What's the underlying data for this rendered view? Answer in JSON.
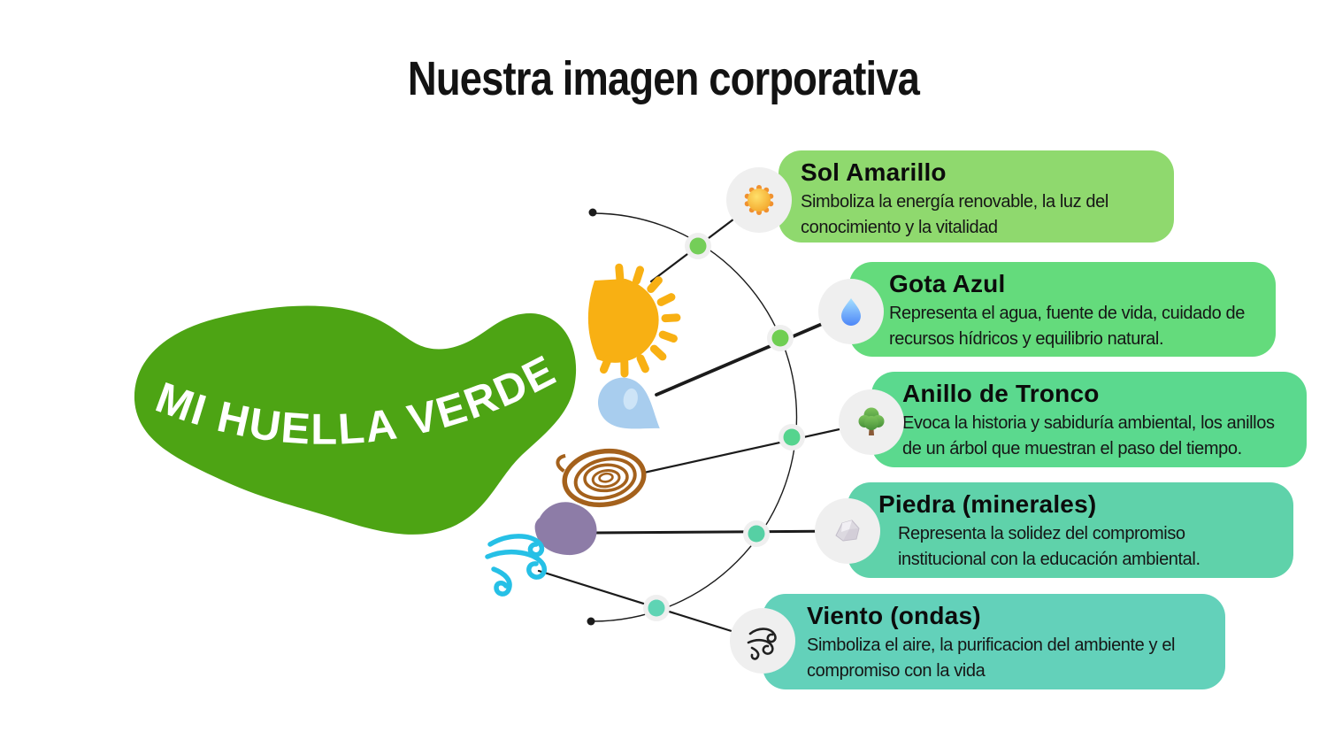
{
  "page": {
    "title": "Nuestra imagen corporativa",
    "background": "#ffffff"
  },
  "logo": {
    "text": "MI HUELLA VERDE",
    "blob_color": "#4da414",
    "text_color": "#ffffff"
  },
  "diagram": {
    "arc_color": "#1b1b1b",
    "node_ring_color": "#efefef",
    "nodes": [
      {
        "color": "#74ce58"
      },
      {
        "color": "#6fce52"
      },
      {
        "color": "#55d48e"
      },
      {
        "color": "#56d0a4"
      },
      {
        "color": "#5fd4b4"
      }
    ],
    "icons": [
      {
        "name": "sun-icon",
        "color": "#f8b013"
      },
      {
        "name": "droplet-icon",
        "color": "#a8cdee",
        "highlight": "#cde4f7"
      },
      {
        "name": "tree-rings-icon",
        "color": "#a4611c"
      },
      {
        "name": "stone-icon",
        "color": "#8d7ca7"
      },
      {
        "name": "wind-icon",
        "color": "#26c0e6"
      }
    ]
  },
  "badges": {
    "bg": "#efefef",
    "items": [
      {
        "icon": "sun-badge-icon"
      },
      {
        "icon": "droplet-badge-icon"
      },
      {
        "icon": "tree-badge-icon"
      },
      {
        "icon": "rock-badge-icon"
      },
      {
        "icon": "wind-badge-icon"
      }
    ]
  },
  "cards": [
    {
      "title": "Sol Amarillo",
      "body": "Simboliza la energía renovable, la luz del conocimiento y la vitalidad",
      "bg": "#8fd96e"
    },
    {
      "title": "Gota Azul",
      "body": "Representa el agua, fuente de vida, cuidado de recursos hídricos y equilibrio natural.",
      "bg": "#64db7c"
    },
    {
      "title": "Anillo de Tronco",
      "body": "Evoca la historia y sabiduría ambiental, los anillos de un árbol que muestran el paso del tiempo.",
      "bg": "#5bd98e"
    },
    {
      "title": "Piedra (minerales)",
      "body": "Representa la solidez del compromiso institucional con la educación ambiental.",
      "bg": "#5fd2aa"
    },
    {
      "title": "Viento (ondas)",
      "body": "Simboliza el aire, la purificacion del ambiente y el compromiso con la vida",
      "bg": "#63d1ba"
    }
  ]
}
